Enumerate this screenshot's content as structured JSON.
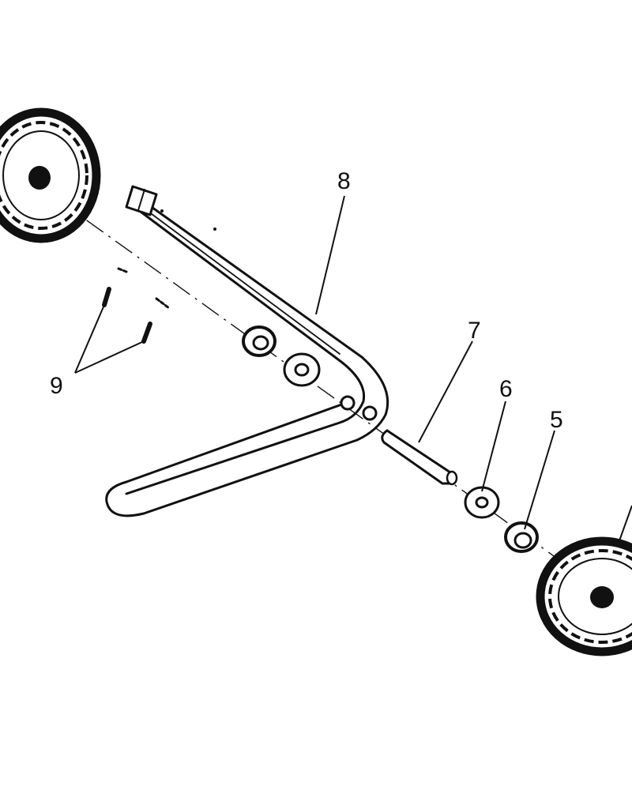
{
  "diagram": {
    "labels": {
      "frame": "8",
      "axle": "7",
      "washer": "6",
      "bushing": "5",
      "pins": "9"
    },
    "colors": {
      "ink": "#111111",
      "background": "#ffffff"
    }
  }
}
